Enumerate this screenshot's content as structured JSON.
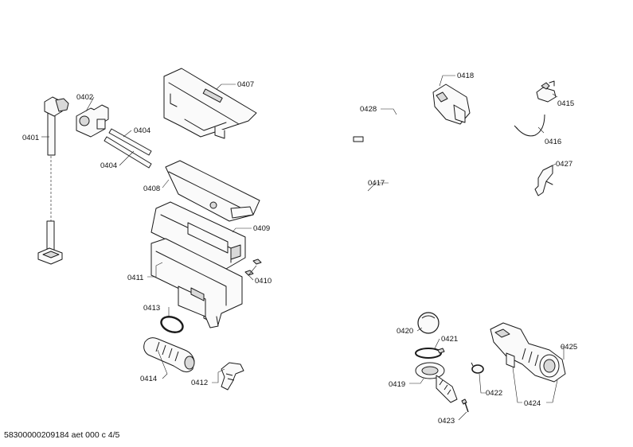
{
  "parts": {
    "p0401": "0401",
    "p0402": "0402",
    "p0404a": "0404",
    "p0404b": "0404",
    "p0407": "0407",
    "p0408": "0408",
    "p0409": "0409",
    "p0410": "0410",
    "p0411": "0411",
    "p0412": "0412",
    "p0413": "0413",
    "p0414": "0414",
    "p0415": "0415",
    "p0416": "0416",
    "p0417": "0417",
    "p0418": "0418",
    "p0419": "0419",
    "p0420": "0420",
    "p0421": "0421",
    "p0422": "0422",
    "p0423": "0423",
    "p0424": "0424",
    "p0425": "0425",
    "p0427": "0427",
    "p0428": "0428"
  },
  "footer": "58300000209184 aet 000 c 4/5"
}
